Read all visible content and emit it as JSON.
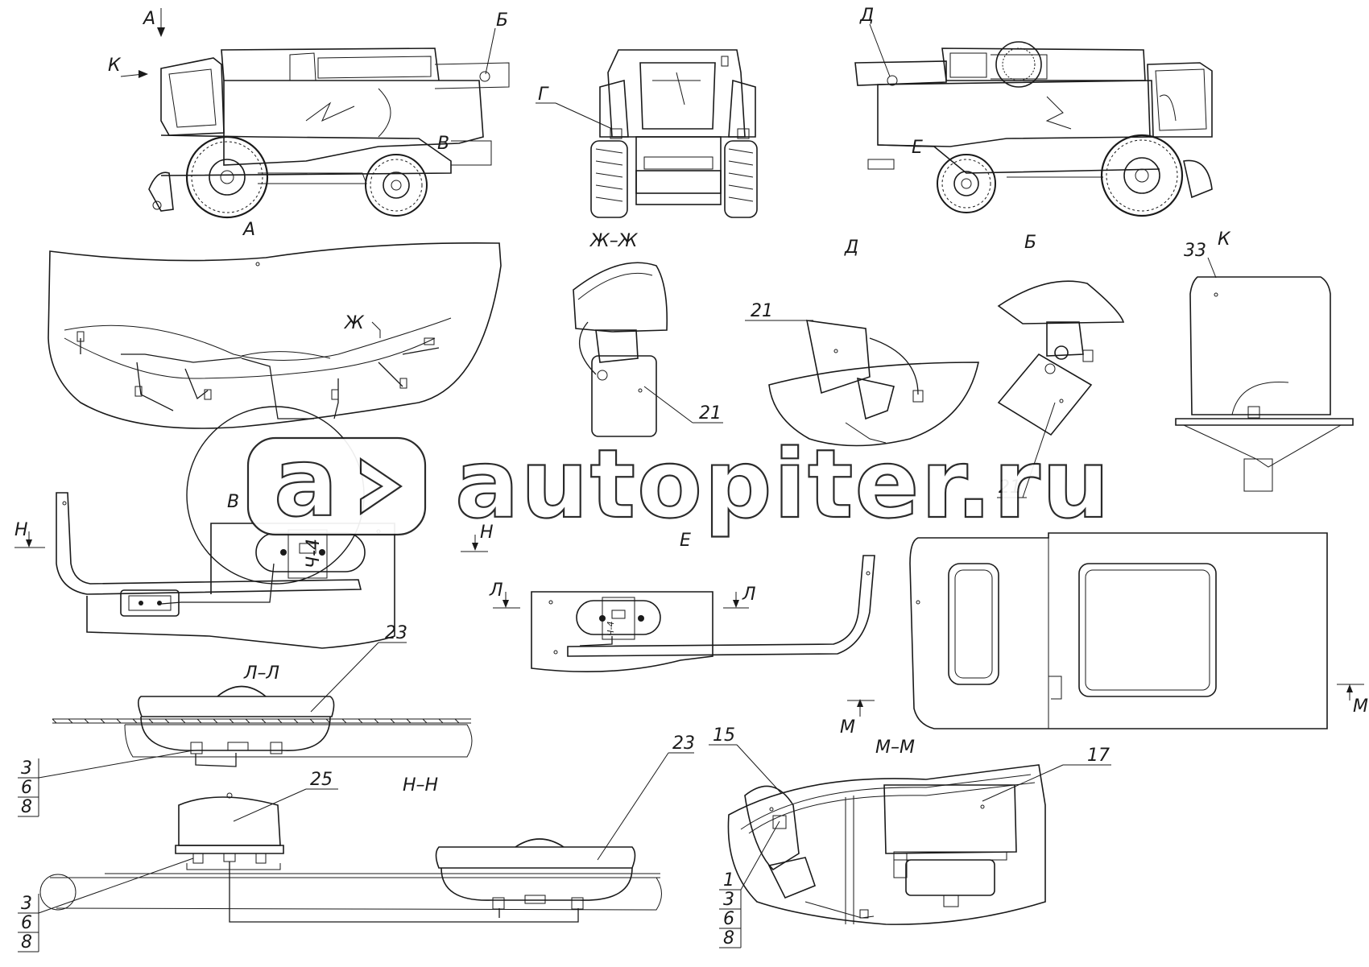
{
  "views": {
    "side_left_caption": "А",
    "front_caption": "Ж–Ж",
    "side_right_caption_d": "Д",
    "side_right_caption_b": "Б",
    "view_k_caption": "К",
    "view_e_caption": "Е",
    "view_v_caption": "В",
    "section_l": "Л–Л",
    "section_n": "Н–Н",
    "section_m": "М–М"
  },
  "markers": {
    "a": "А",
    "k": "К",
    "b": "Б",
    "g": "Г",
    "d": "Д",
    "e": "Е",
    "v": "В",
    "zh": "Ж",
    "n": "Н",
    "l": "Л",
    "m": "М"
  },
  "callouts": {
    "p21": "21",
    "p23": "23",
    "p25": "25",
    "p33": "33",
    "p15": "15",
    "p17": "17",
    "p1": "1",
    "p3": "3",
    "p6": "6",
    "p8": "8"
  },
  "connector_tag": "Ч-4",
  "watermark": {
    "logo_letter": "a",
    "site": "autopiter.ru"
  }
}
